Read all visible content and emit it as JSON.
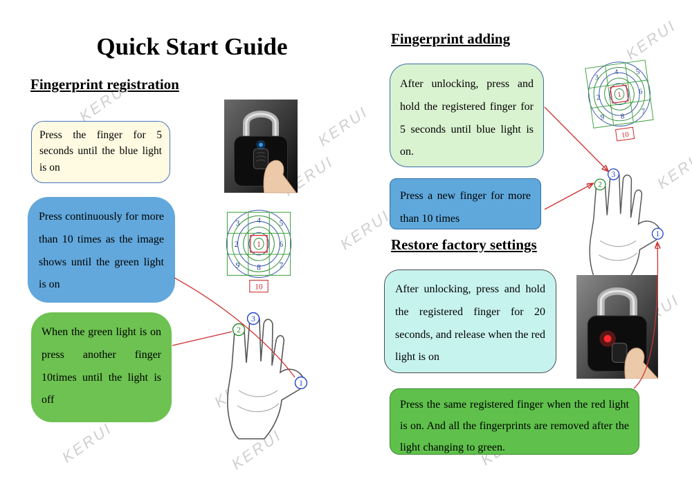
{
  "title": "Quick Start Guide",
  "watermark": "KERUI",
  "registration": {
    "heading": "Fingerprint registration",
    "box1": "Press the finger for 5 seconds until the blue light is on",
    "box2": "Press continuously for more than 10 times as the image shows until the green light is on",
    "box3": "When the green light is on press another finger 10times until the light is off"
  },
  "adding": {
    "heading": "Fingerprint adding",
    "box1": "After unlocking, press and hold the registered finger for 5 seconds until blue light is on.",
    "box2": "Press a new finger for more than 10 times"
  },
  "restore": {
    "heading": "Restore factory settings",
    "box1": "After unlocking, press and hold the registered finger for 20 seconds, and release when the red light is on",
    "box2": "Press the same registered finger when the red light is on. And all the fingerprints are removed after the light changing to green."
  },
  "fingerprint": {
    "cells": [
      "3",
      "4",
      "5",
      "2",
      "1",
      "6",
      "9",
      "8",
      "7"
    ],
    "extra": "10"
  },
  "hand": {
    "circle3": "3",
    "circle2": "2",
    "circle1": "1"
  },
  "colors": {
    "blue_box": "#5fa8dc",
    "green_box": "#63c24e",
    "cream_box": "#fffbe2",
    "pale_green_box": "#d9f2d0",
    "cyan_box": "#c7f3ef",
    "red_connector": "#cc3333",
    "blue_light": "#2b9bff",
    "red_light": "#ff2a2a"
  }
}
